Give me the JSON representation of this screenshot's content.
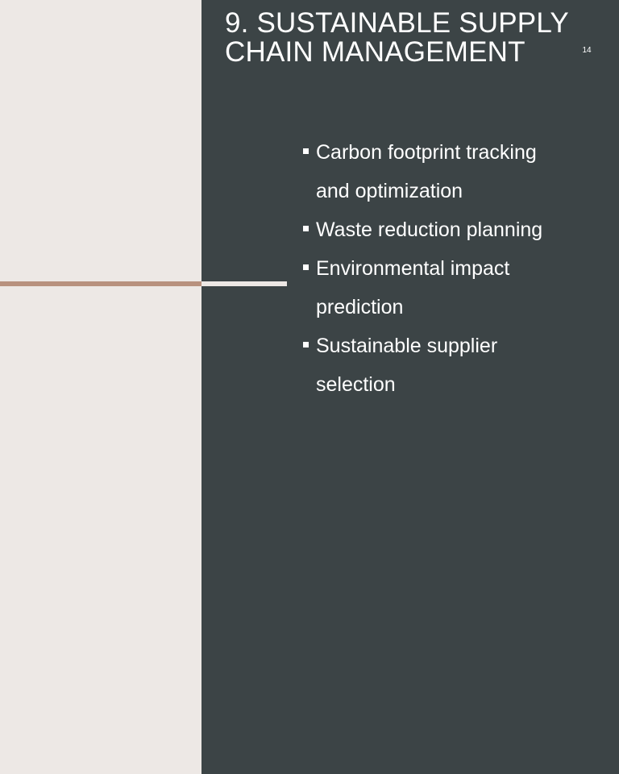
{
  "slide": {
    "title": "9. SUSTAINABLE SUPPLY CHAIN MANAGEMENT",
    "page_number": "14",
    "bullets": [
      "Carbon footprint tracking and optimization",
      "Waste reduction planning",
      "Environmental impact prediction",
      "Sustainable supplier selection"
    ]
  },
  "colors": {
    "left_background": "#ede8e5",
    "right_background": "#3c4446",
    "accent_left": "#b8917e",
    "accent_right": "#ede8e5",
    "text": "#ffffff"
  }
}
